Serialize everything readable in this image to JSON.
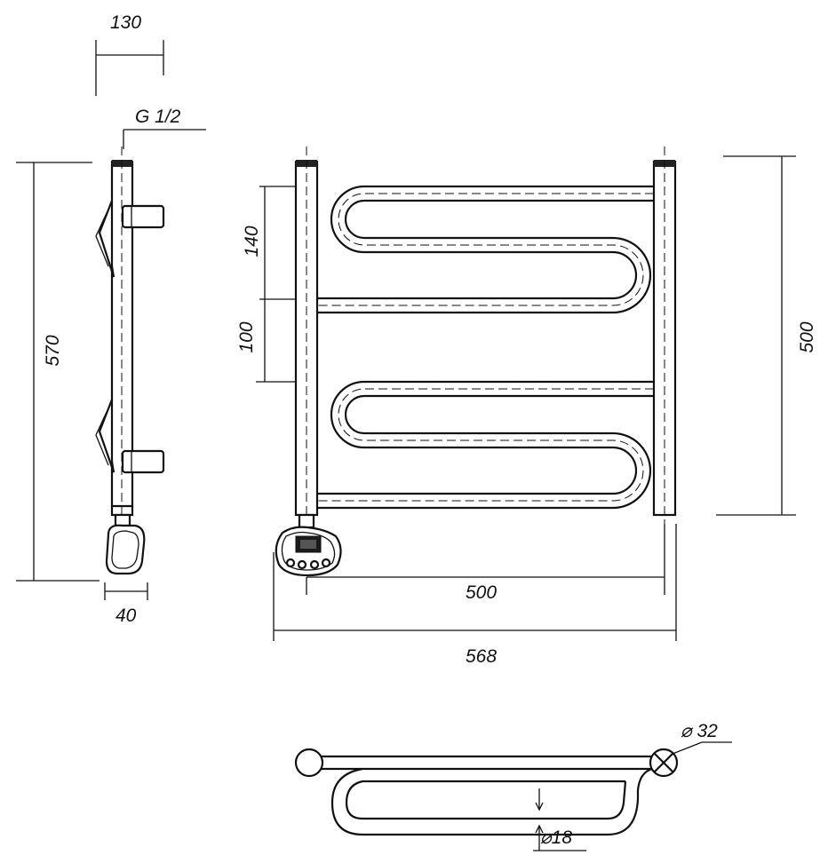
{
  "drawing": {
    "side_view": {
      "depth_label": "130",
      "thread_label": "G 1/2",
      "height_label": "570",
      "heater_depth_label": "40"
    },
    "front_view": {
      "top_spacing_label": "140",
      "mid_spacing_label": "100",
      "center_height_label": "500",
      "center_width_label": "500",
      "overall_width_label": "568"
    },
    "top_view": {
      "main_pipe_label": "⌀ 32",
      "loop_pipe_label": "⌀18"
    }
  }
}
